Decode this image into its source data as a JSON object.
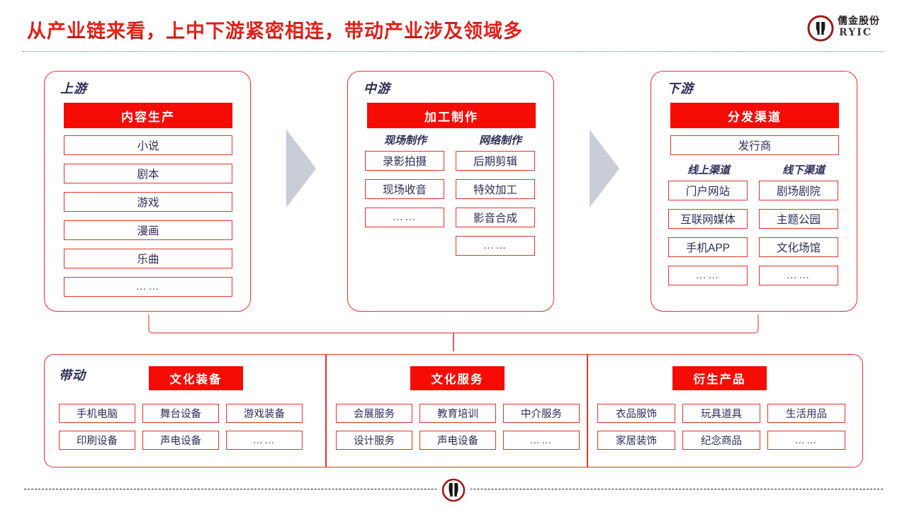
{
  "header": {
    "title": "从产业链来看，上中下游紧密相连，带动产业涉及领域多",
    "logo_cn": "儒金股份",
    "logo_en": "RYIC",
    "logo_icon": "ryic-circle-logo"
  },
  "chain": {
    "upstream": {
      "label": "上游",
      "banner": "内容生产",
      "items": [
        "小说",
        "剧本",
        "游戏",
        "漫画",
        "乐曲",
        "……"
      ]
    },
    "midstream": {
      "label": "中游",
      "banner": "加工制作",
      "subheads": [
        "现场制作",
        "网络制作"
      ],
      "columns": [
        [
          "录影拍摄",
          "现场收音",
          "……"
        ],
        [
          "后期剪辑",
          "特效加工",
          "影音合成",
          "……"
        ]
      ]
    },
    "downstream": {
      "label": "下游",
      "banner": "分发渠道",
      "single": "发行商",
      "subheads": [
        "线上渠道",
        "线下渠道"
      ],
      "columns": [
        [
          "门户网站",
          "互联网媒体",
          "手机APP",
          "……"
        ],
        [
          "剧场剧院",
          "主题公园",
          "文化场馆",
          "……"
        ]
      ]
    },
    "arrow_icon": "chevron-right-icon"
  },
  "driven": {
    "label": "带动",
    "groups": [
      {
        "banner": "文化装备",
        "rows": [
          [
            "手机电脑",
            "舞台设备",
            "游戏装备"
          ],
          [
            "印刷设备",
            "声电设备",
            "……"
          ]
        ]
      },
      {
        "banner": "文化服务",
        "rows": [
          [
            "会展服务",
            "教育培训",
            "中介服务"
          ],
          [
            "设计服务",
            "声电设备",
            "……"
          ]
        ]
      },
      {
        "banner": "衍生产品",
        "rows": [
          [
            "衣品服饰",
            "玩具道具",
            "生活用品"
          ],
          [
            "家居装饰",
            "纪念商品",
            "……"
          ]
        ]
      }
    ]
  },
  "footer": {
    "badge_icon": "ryic-circle-logo"
  },
  "colors": {
    "brand_red": "#f60c05",
    "outline_red": "#e0352b",
    "title_red": "#d91f18",
    "navy_text": "#2b2d55",
    "arrow_grey": "#c8cdd8"
  }
}
